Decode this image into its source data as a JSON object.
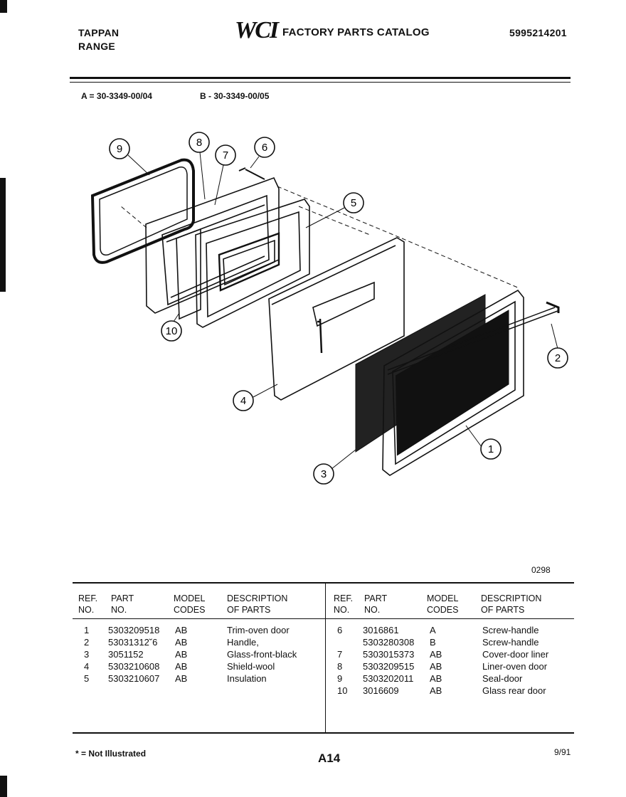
{
  "header": {
    "brand": "TAPPAN",
    "product": "RANGE",
    "logo": "WCI",
    "catalog_title": "FACTORY PARTS CATALOG",
    "catalog_number": "5995214201"
  },
  "models": {
    "a": "A = 30-3349-00/04",
    "b": "B - 30-3349-00/05"
  },
  "diagram": {
    "callouts": [
      "9",
      "8",
      "7",
      "6",
      "5",
      "2",
      "4",
      "3",
      "1",
      "10"
    ],
    "figure_code": "0298"
  },
  "table": {
    "headers": {
      "ref": [
        "REF.",
        "NO."
      ],
      "part": [
        "PART",
        "NO."
      ],
      "model": [
        "MODEL",
        "CODES"
      ],
      "desc": [
        "DESCRIPTION",
        "OF PARTS"
      ]
    },
    "left_rows": [
      {
        "ref": "1",
        "part": "5303209518",
        "code": "AB",
        "desc": "Trim-oven door"
      },
      {
        "ref": "2",
        "part": "53031312˘6",
        "code": "AB",
        "desc": "Handle,"
      },
      {
        "ref": "3",
        "part": "3051152",
        "code": "AB",
        "desc": "Glass-front-black"
      },
      {
        "ref": "4",
        "part": "5303210608",
        "code": "AB",
        "desc": "Shield-wool"
      },
      {
        "ref": "5",
        "part": "5303210607",
        "code": "AB",
        "desc": "Insulation"
      }
    ],
    "right_rows": [
      {
        "ref": "6",
        "part": "3016861",
        "code": "A",
        "desc": "Screw-handle"
      },
      {
        "ref": "",
        "part": "5303280308",
        "code": "B",
        "desc": "Screw-handle"
      },
      {
        "ref": "7",
        "part": "5303015373",
        "code": "AB",
        "desc": "Cover-door liner"
      },
      {
        "ref": "8",
        "part": "5303209515",
        "code": "AB",
        "desc": "Liner-oven door"
      },
      {
        "ref": "9",
        "part": "5303202011",
        "code": "AB",
        "desc": "Seal-door"
      },
      {
        "ref": "10",
        "part": "3016609",
        "code": "AB",
        "desc": "Glass rear door"
      }
    ]
  },
  "footer": {
    "note": "* = Not Illustrated",
    "page_code": "A14",
    "date": "9/91"
  }
}
